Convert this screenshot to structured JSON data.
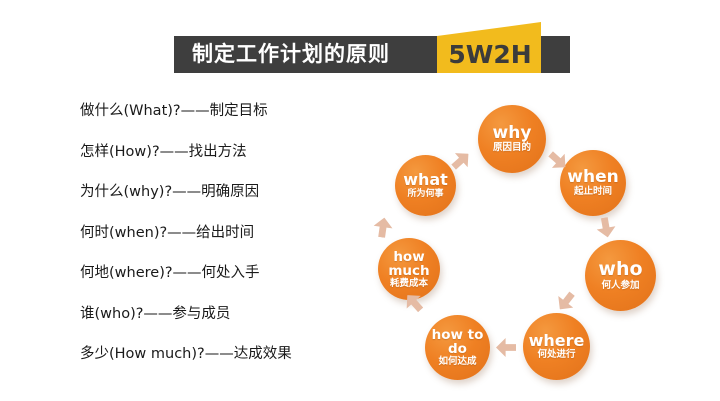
{
  "slide": {
    "background_color": "#ffffff"
  },
  "title": {
    "main_text": "制定工作计划的原则",
    "accent_text": "5W2H",
    "bar_color": "#3e3e3e",
    "accent_color": "#f2bb1d",
    "main_text_color": "#ffffff",
    "accent_text_color": "#3b3b3b"
  },
  "principles": {
    "lines": [
      "做什么(What)?——制定目标",
      "怎样(How)?——找出方法",
      "为什么(why)?——明确原因",
      "何时(when)?——给出时间",
      "何地(where)?——何处入手",
      "谁(who)?——参与成员",
      "多少(How much)?——达成效果"
    ]
  },
  "cycle": {
    "circle_color": "#ef8023",
    "arrow_color": "#e5bba4",
    "label_color": "#ffffff",
    "nodes": [
      {
        "id": "why",
        "en": "why",
        "cn": "原因目的"
      },
      {
        "id": "when",
        "en": "when",
        "cn": "起止时间"
      },
      {
        "id": "who",
        "en": "who",
        "cn": "何人参加"
      },
      {
        "id": "where",
        "en": "where",
        "cn": "何处进行"
      },
      {
        "id": "how-to-do",
        "en": "how to do",
        "cn": "如何达成"
      },
      {
        "id": "how-much",
        "en": "how much",
        "cn": "耗费成本"
      },
      {
        "id": "what",
        "en": "what",
        "cn": "所为何事"
      }
    ]
  }
}
